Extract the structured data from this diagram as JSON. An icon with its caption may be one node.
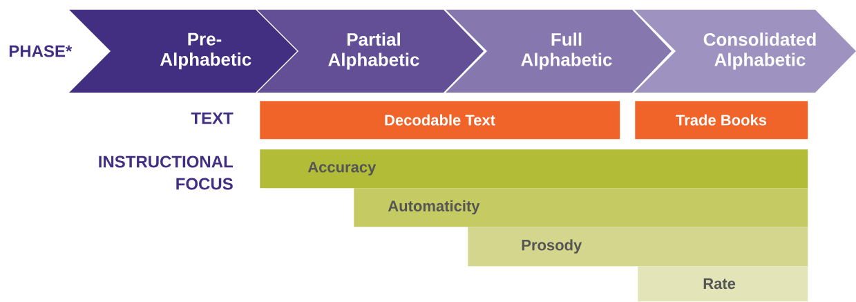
{
  "diagram": {
    "nodes": [
      {
        "text": [
          "Pre- Alphabetic"
        ]
      },
      {
        "text": [
          "Partial Alphabetic"
        ]
      },
      {
        "text": [
          "Full Alphabetic"
        ]
      },
      {
        "text": [
          "Consolidated Alphabetic"
        ]
      },
      {
        "text": [
          "Decodable Text"
        ]
      },
      {
        "text": [
          "Trade Books"
        ]
      },
      {
        "text": [
          "Accuracy"
        ]
      },
      {
        "text": [
          "Automaticity"
        ]
      },
      {
        "text": [
          "Prosody"
        ]
      },
      {
        "text": [
          "Rate"
        ]
      }
    ],
    "edges": [],
    "labels": [
      "PHASE*",
      "TEXT",
      "INSTRUCTIONAL FOCUS"
    ]
  }
}
